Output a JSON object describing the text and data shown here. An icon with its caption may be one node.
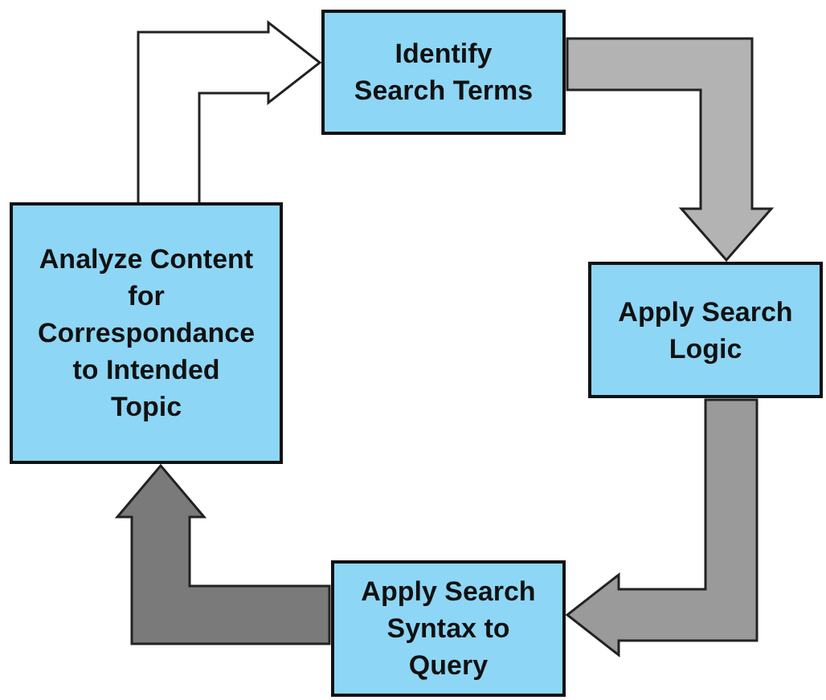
{
  "diagram": {
    "nodes": [
      {
        "text": [
          "Identify Search Terms"
        ]
      },
      {
        "text": [
          "Apply Search Logic"
        ]
      },
      {
        "text": [
          "Apply Search Syntax to Query"
        ]
      },
      {
        "text": [
          "Analyze Content for Correspondance to Intended Topic"
        ]
      }
    ],
    "edges": [
      {
        "from": 3,
        "to": 0,
        "arrow": "to",
        "style": "thick",
        "color": "#ffffff"
      },
      {
        "from": 0,
        "to": 1,
        "arrow": "to",
        "style": "thick",
        "color": "#b3b3b3"
      },
      {
        "from": 1,
        "to": 2,
        "arrow": "to",
        "style": "thick",
        "color": "#9a9a9a"
      },
      {
        "from": 2,
        "to": 3,
        "arrow": "to",
        "style": "thick",
        "color": "#7a7a7a"
      }
    ]
  }
}
